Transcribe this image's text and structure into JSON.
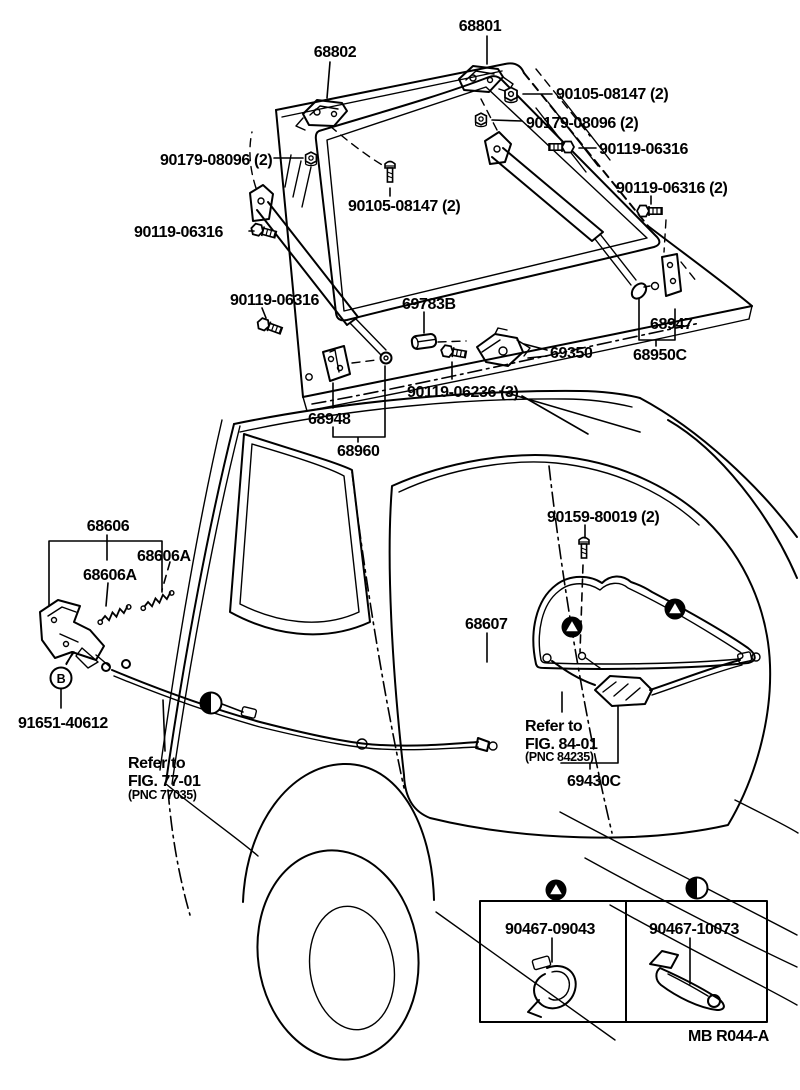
{
  "figure": {
    "type": "parts-catalog-diagram",
    "subject": "back door panel, glass, lock and hinge",
    "footer_code": "MB  R044-A"
  },
  "labels": {
    "p68801": "68801",
    "p68802": "68802",
    "p90105": "90105-08147 (2)",
    "p90179": "90179-08096 (2)",
    "p90119_06316": "90119-06316",
    "p90119_06316_2": "90119-06316 (2)",
    "p69783B": "69783B",
    "p68947": "68947",
    "p68950C": "68950C",
    "p69350": "69350",
    "p90119_06236": "90119-06236 (3)",
    "p68948": "68948",
    "p68960": "68960",
    "p68606": "68606",
    "p68606A": "68606A",
    "p91651": "91651-40612",
    "p90159": "90159-80019 (2)",
    "p68607": "68607",
    "p69430C": "69430C",
    "p90467_09043": "90467-09043",
    "p90467_10073": "90467-10073",
    "marker_b": "B",
    "footer_code": "MB  R044-A"
  },
  "refs": {
    "fig77": {
      "l1": "Refer to",
      "l2": "FIG. 77-01",
      "l3": "(PNC 77035)"
    },
    "fig84": {
      "l1": "Refer to",
      "l2": "FIG. 84-01",
      "l3": "(PNC 84235)"
    }
  },
  "symbols": {
    "triangle_marker": "triangle-in-filled-circle",
    "half_marker": "half-filled-circle",
    "b_marker": "circled-letter-B"
  },
  "legend": {
    "cells": [
      {
        "symbol": "triangle-in-filled-circle",
        "part": "90467-09043"
      },
      {
        "symbol": "half-filled-circle",
        "part": "90467-10073"
      }
    ]
  }
}
